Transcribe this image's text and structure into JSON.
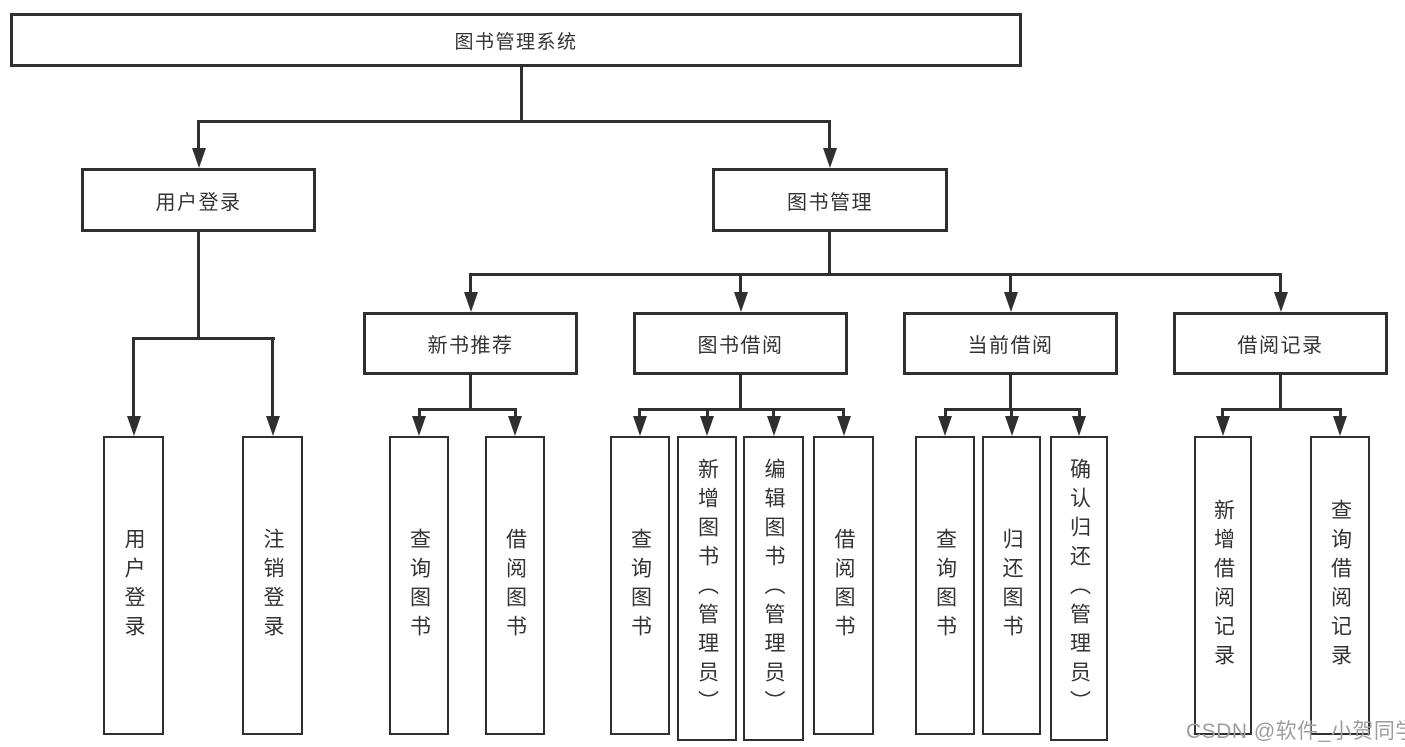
{
  "tree": {
    "label": "图书管理系统",
    "children": [
      {
        "label": "用户登录",
        "children": [
          {
            "label": "用户登录"
          },
          {
            "label": "注销登录"
          }
        ]
      },
      {
        "label": "图书管理",
        "children": [
          {
            "label": "新书推荐",
            "children": [
              {
                "label": "查询图书"
              },
              {
                "label": "借阅图书"
              }
            ]
          },
          {
            "label": "图书借阅",
            "children": [
              {
                "label": "查询图书"
              },
              {
                "label": "新增图书（管理员）"
              },
              {
                "label": "编辑图书（管理员）"
              },
              {
                "label": "借阅图书"
              }
            ]
          },
          {
            "label": "当前借阅",
            "children": [
              {
                "label": "查询图书"
              },
              {
                "label": "归还图书"
              },
              {
                "label": "确认归还（管理员）"
              }
            ]
          },
          {
            "label": "借阅记录",
            "children": [
              {
                "label": "新增借阅记录"
              },
              {
                "label": "查询借阅记录"
              }
            ]
          }
        ]
      }
    ]
  },
  "watermark": {
    "text": "CSDN @软件_小贺同学"
  },
  "colors": {
    "line": "#2f2f2f",
    "box_border": "#2f2f2f",
    "text": "#333333",
    "watermark": "#9e9e9e",
    "background": "#ffffff"
  }
}
